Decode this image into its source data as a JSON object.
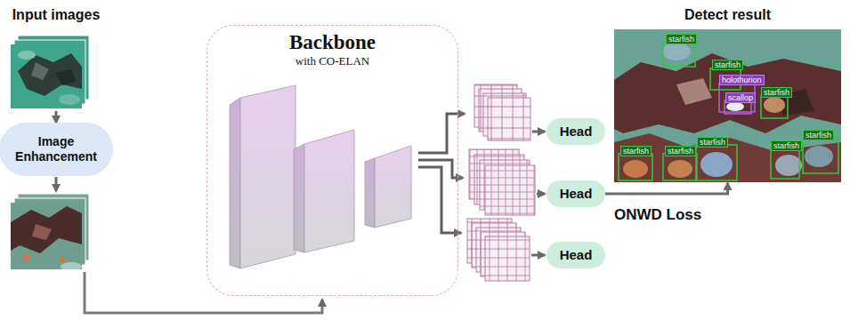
{
  "diagram": {
    "nodes": [
      {
        "text": [
          "Input images"
        ]
      },
      {
        "text": [
          "Image Enhancement"
        ]
      },
      {
        "text": [
          "Backbone",
          "with CO-ELAN"
        ]
      },
      {
        "text": [
          "Head"
        ]
      },
      {
        "text": [
          "Head"
        ]
      },
      {
        "text": [
          "Head"
        ]
      },
      {
        "text": [
          "Detect result"
        ]
      }
    ],
    "edges": [
      {
        "from": 0,
        "to": 1,
        "arrow": "to"
      },
      {
        "from": 4,
        "to": 6,
        "label": "ONWD Loss",
        "arrow": "to"
      }
    ],
    "labels": [
      "starfish",
      "starfish",
      "holothurion",
      "scallop",
      "starfish",
      "starfish",
      "starfish",
      "starfish",
      "starfish",
      "starfish"
    ]
  }
}
